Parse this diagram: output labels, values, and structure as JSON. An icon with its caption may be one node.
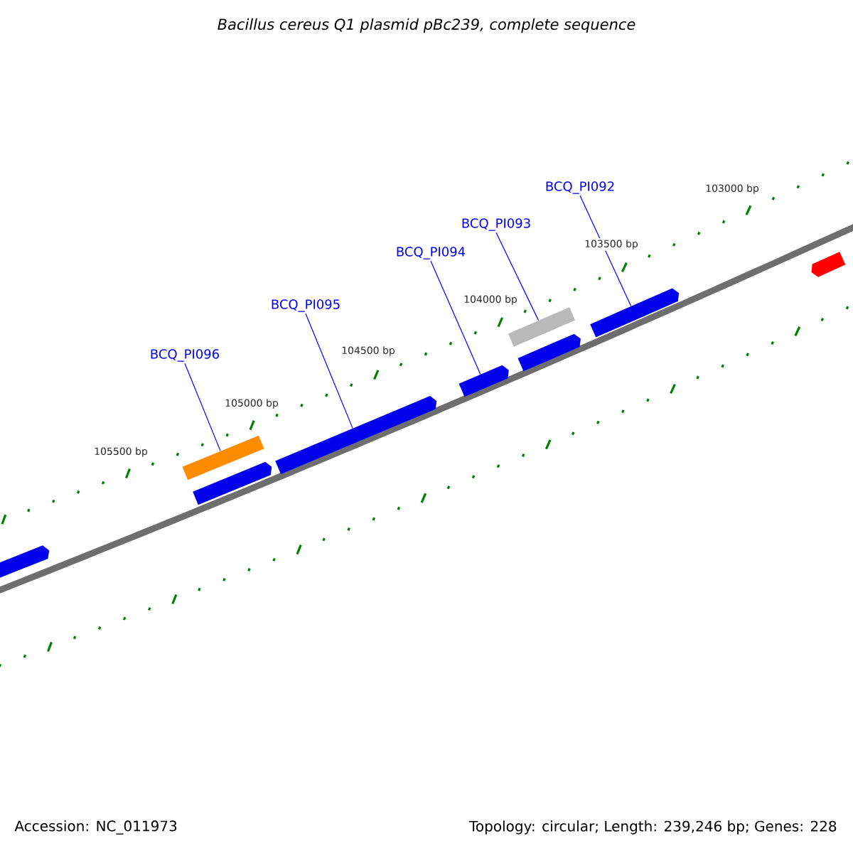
{
  "diagram": {
    "title": "Bacillus cereus Q1 plasmid pBc239, complete sequence",
    "nodes": [
      {
        "text": [
          "BCQ_PI092"
        ]
      },
      {
        "text": [
          "BCQ_PI093"
        ]
      },
      {
        "text": [
          "BCQ_PI094"
        ]
      },
      {
        "text": [
          "BCQ_PI095"
        ]
      },
      {
        "text": [
          "BCQ_PI096"
        ]
      },
      {
        "text": [],
        "shape": "arrow"
      },
      {
        "text": [],
        "shape": "bar"
      },
      {
        "text": [],
        "shape": "arrow"
      },
      {
        "text": [],
        "shape": "arrow"
      },
      {
        "text": [],
        "shape": "arrow"
      },
      {
        "text": [],
        "shape": "bar"
      },
      {
        "text": [],
        "shape": "arrow"
      },
      {
        "text": [],
        "shape": "arrow"
      },
      {
        "text": [],
        "shape": "arrow"
      }
    ],
    "edges": [
      {
        "from": 0,
        "to": 12,
        "arrow": "none"
      },
      {
        "from": 1,
        "to": 10,
        "arrow": "none"
      },
      {
        "from": 2,
        "to": 9,
        "arrow": "none"
      },
      {
        "from": 3,
        "to": 8,
        "arrow": "none"
      },
      {
        "from": 4,
        "to": 6,
        "arrow": "none"
      }
    ],
    "labels": [
      "103000 bp",
      "103500 bp",
      "104000 bp",
      "104500 bp",
      "105000 bp",
      "105500 bp",
      "Accession: NC_011973",
      "Topology: circular; Length: 239,246 bp; Genes: 228"
    ]
  }
}
